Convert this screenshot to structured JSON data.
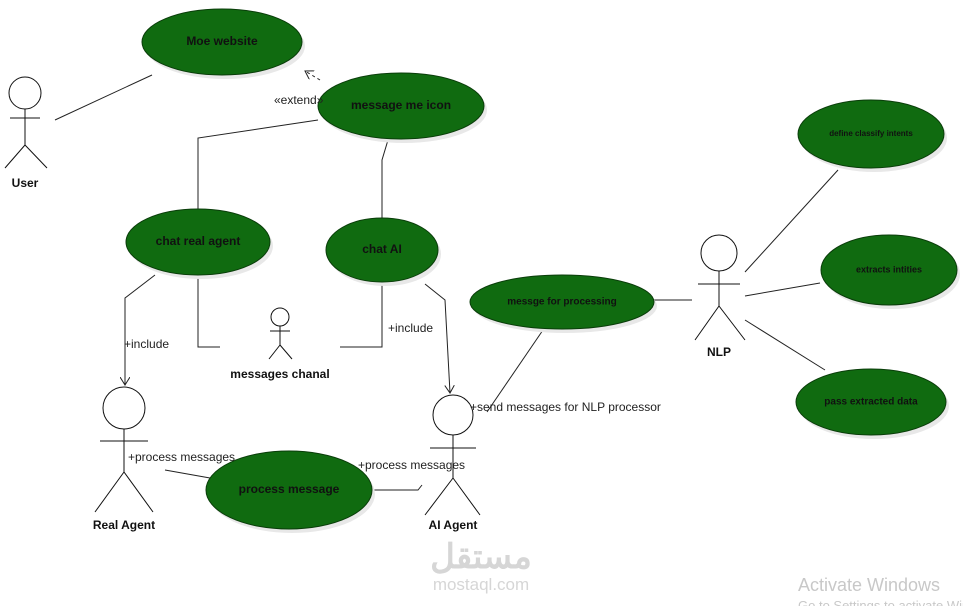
{
  "use_cases": {
    "moe_website": "Moe website",
    "message_me_icon": "message me icon",
    "chat_real_agent": "chat real agent",
    "chat_ai": "chat AI",
    "messge_for_processing": "messge for processing",
    "process_message": "process message",
    "define_classify_intents": "define classify intents",
    "extracts_intities": "extracts intities",
    "pass_extracted_data": "pass extracted data"
  },
  "actors": {
    "user": "User",
    "messages_chanal": "messages chanal",
    "real_agent": "Real Agent",
    "ai_agent": "AI Agent",
    "nlp": "NLP"
  },
  "relations": {
    "extend": "«extend»",
    "include_real": "+include",
    "include_ai": "+include",
    "send_nlp": "+send messages for NLP processor",
    "process_real": "+process messages",
    "process_ai": "+process messages"
  },
  "watermark": {
    "arabic": "مستقل",
    "site": "mostaql.com"
  },
  "os_notice": {
    "title": "Activate Windows",
    "subtitle": "Go to Settings to activate Windows."
  },
  "colors": {
    "usecase_fill": "#106b10"
  }
}
